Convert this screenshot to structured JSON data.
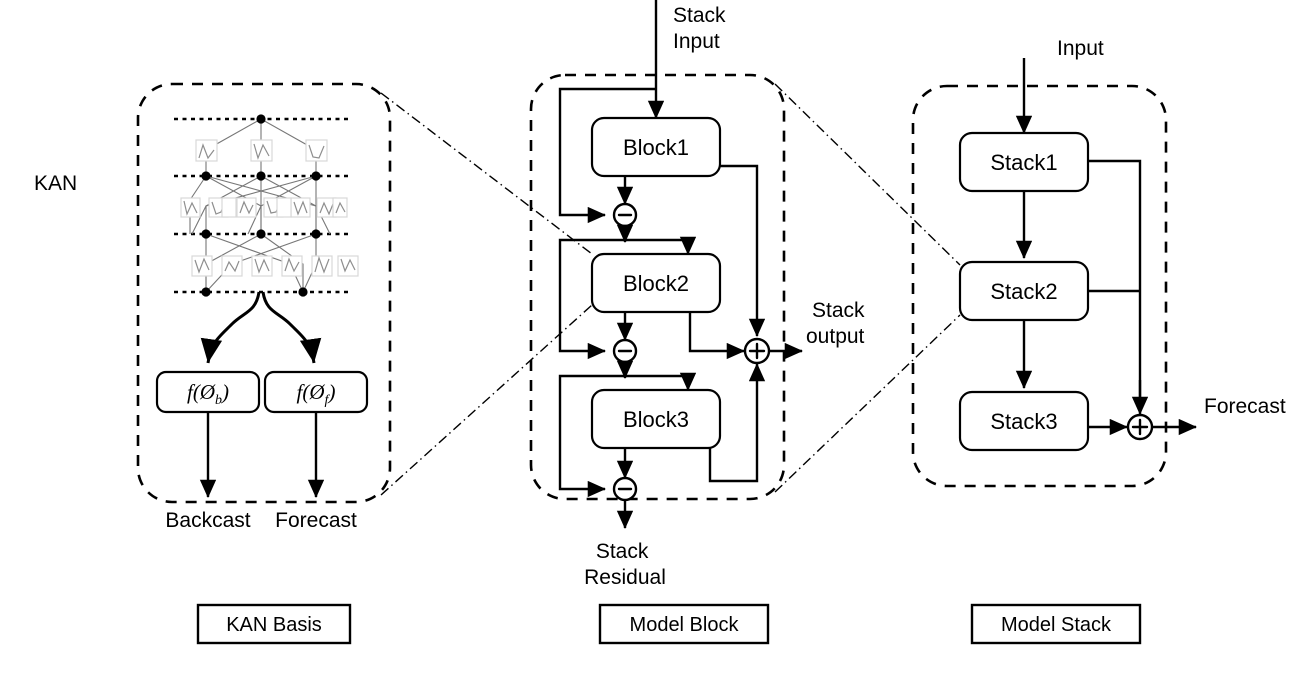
{
  "figure": {
    "title": "KAN Basis / Model Block / Model Stack architecture diagram",
    "background": "#ffffff",
    "line_color": "#000000",
    "kan_edge_color": "#777777"
  },
  "panels": {
    "kan": {
      "side_label": "KAN",
      "caption": "KAN Basis",
      "basis_outputs": [
        {
          "id": "backcast_fn",
          "text": "f(Ø",
          "sub": "b",
          "close": ")"
        },
        {
          "id": "forecast_fn",
          "text": "f(Ø",
          "sub": "f",
          "close": ")"
        }
      ],
      "output_labels": [
        "Backcast",
        "Forecast"
      ],
      "network": {
        "layer_count": 4,
        "nodes_per_layer": [
          1,
          3,
          3,
          2
        ],
        "spline_counts": [
          3,
          9,
          6
        ]
      }
    },
    "block": {
      "caption": "Model Block",
      "input_label": "Stack\nInput",
      "input_label_lines": [
        "Stack",
        "Input"
      ],
      "output_label_lines": [
        "Stack",
        "output"
      ],
      "residual_label_lines": [
        "Stack",
        "Residual"
      ],
      "blocks": [
        {
          "id": "block1",
          "label": "Block1"
        },
        {
          "id": "block2",
          "label": "Block2"
        },
        {
          "id": "block3",
          "label": "Block3"
        }
      ],
      "operators": [
        {
          "id": "minus1",
          "symbol": "−"
        },
        {
          "id": "minus2",
          "symbol": "−"
        },
        {
          "id": "minus3",
          "symbol": "−"
        },
        {
          "id": "plus1",
          "symbol": "+"
        }
      ]
    },
    "stack": {
      "caption": "Model Stack",
      "input_label": "Input",
      "output_label": "Forecast",
      "stacks": [
        {
          "id": "stack1",
          "label": "Stack1"
        },
        {
          "id": "stack2",
          "label": "Stack2"
        },
        {
          "id": "stack3",
          "label": "Stack3"
        }
      ],
      "operators": [
        {
          "id": "plus-final",
          "symbol": "+"
        }
      ]
    }
  }
}
